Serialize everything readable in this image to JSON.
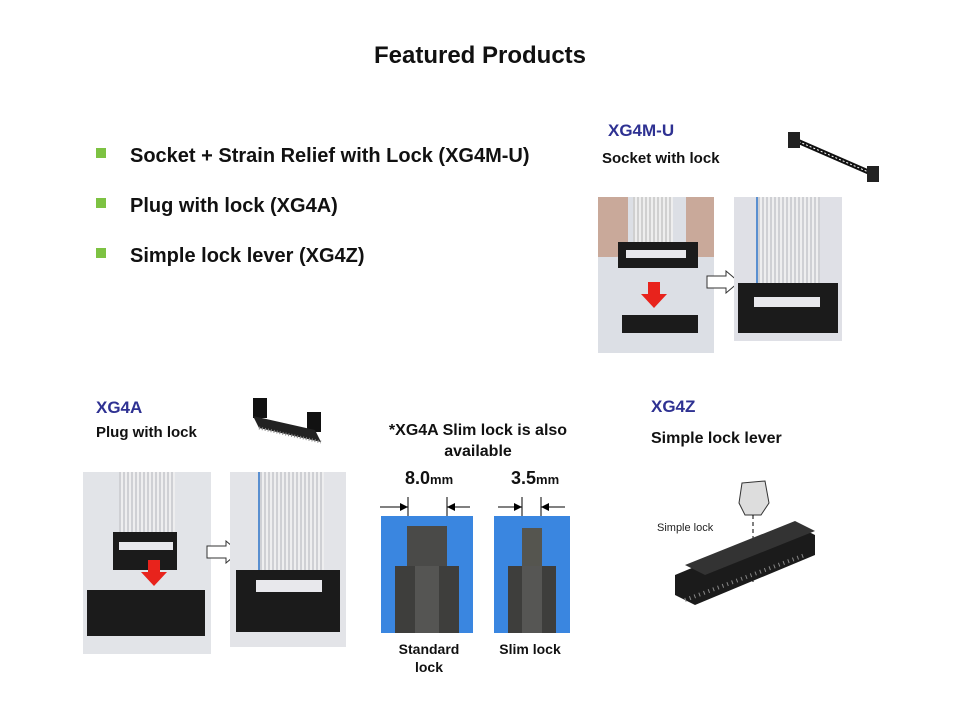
{
  "title": "Featured Products",
  "bullets": [
    {
      "label": "Socket + Strain Relief with Lock (XG4M-U)"
    },
    {
      "label": "Plug with lock (XG4A)"
    },
    {
      "label": "Simple lock lever (XG4Z)"
    }
  ],
  "colors": {
    "bullet": "#7dc242",
    "code": "#2e3192",
    "arrow_fill": "#e8231c"
  },
  "xg4mu": {
    "code": "XG4M-U",
    "desc": "Socket with lock"
  },
  "xg4a": {
    "code": "XG4A",
    "desc": "Plug with lock"
  },
  "slim": {
    "note_line1": "*XG4A Slim lock is also",
    "note_line2": "available",
    "standard_dim_value": "8.0",
    "standard_dim_unit": "mm",
    "slim_dim_value": "3.5",
    "slim_dim_unit": "mm",
    "standard_caption_line1": "Standard",
    "standard_caption_line2": "lock",
    "slim_caption": "Slim lock"
  },
  "xg4z": {
    "code": "XG4Z",
    "desc": "Simple lock lever",
    "diagram_label": "Simple lock"
  }
}
